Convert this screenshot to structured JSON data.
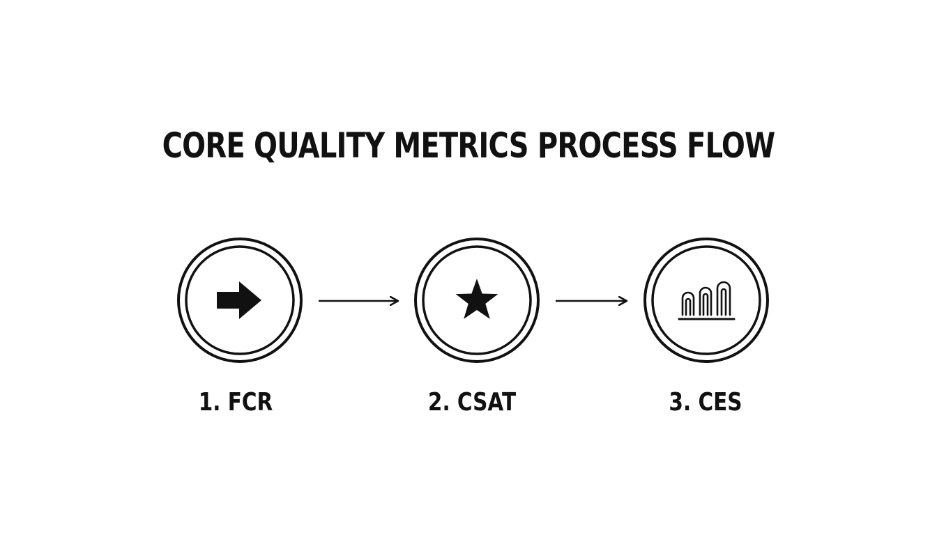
{
  "title": "CORE QUALITY METRICS PROCESS FLOW",
  "colors": {
    "background": "#ffffff",
    "ink": "#111111"
  },
  "steps": [
    {
      "label": "1. FCR",
      "icon": "arrow-right-icon"
    },
    {
      "label": "2. CSAT",
      "icon": "star-icon"
    },
    {
      "label": "3. CES",
      "icon": "bar-chart-icon"
    }
  ]
}
